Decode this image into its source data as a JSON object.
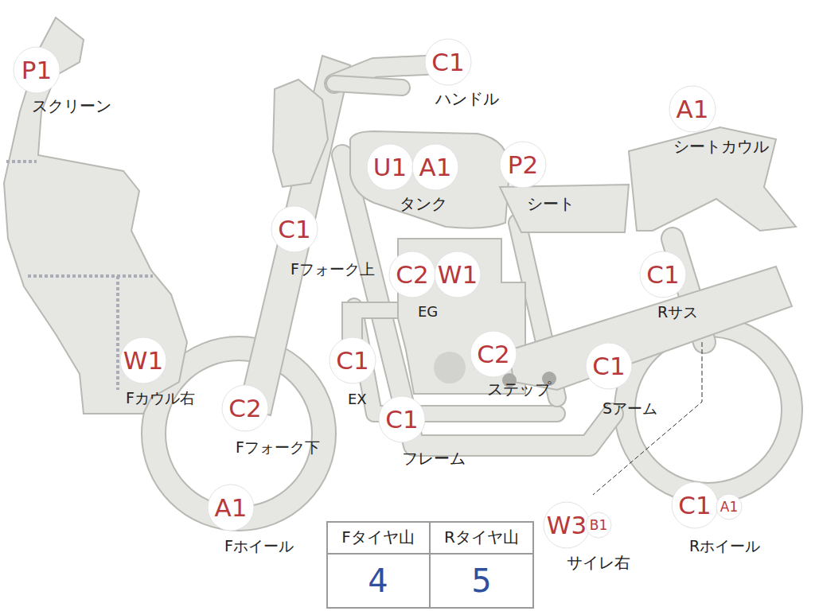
{
  "diagram": {
    "nodes": [
      {
        "text": [
          "P1"
        ]
      },
      {
        "text": [
          "C1"
        ]
      },
      {
        "text": [
          "A1"
        ]
      },
      {
        "text": [
          "U1"
        ]
      },
      {
        "text": [
          "A1"
        ]
      },
      {
        "text": [
          "P2"
        ]
      },
      {
        "text": [
          "C1"
        ]
      },
      {
        "text": [
          "C2"
        ]
      },
      {
        "text": [
          "W1"
        ]
      },
      {
        "text": [
          "C1"
        ]
      },
      {
        "text": [
          "W1"
        ]
      },
      {
        "text": [
          "C1"
        ]
      },
      {
        "text": [
          "C2"
        ]
      },
      {
        "text": [
          "C1"
        ]
      },
      {
        "text": [
          "C2"
        ]
      },
      {
        "text": [
          "C1"
        ]
      },
      {
        "text": [
          "A1"
        ]
      },
      {
        "text": [
          "W3"
        ]
      },
      {
        "text": [
          "B1"
        ]
      },
      {
        "text": [
          "C1"
        ]
      },
      {
        "text": [
          "A1"
        ]
      }
    ],
    "labels": [
      "スクリーン",
      "ハンドル",
      "シートカウル",
      "タンク",
      "シート",
      "Fフォーク上",
      "EG",
      "Rサス",
      "Fカウル右",
      "EX",
      "ステップ",
      "Sアーム",
      "Fフォーク下",
      "フレーム",
      "Fホイール",
      "サイレ右",
      "Rホイール",
      "Fタイヤ山",
      "Rタイヤ山",
      "4",
      "5"
    ]
  }
}
